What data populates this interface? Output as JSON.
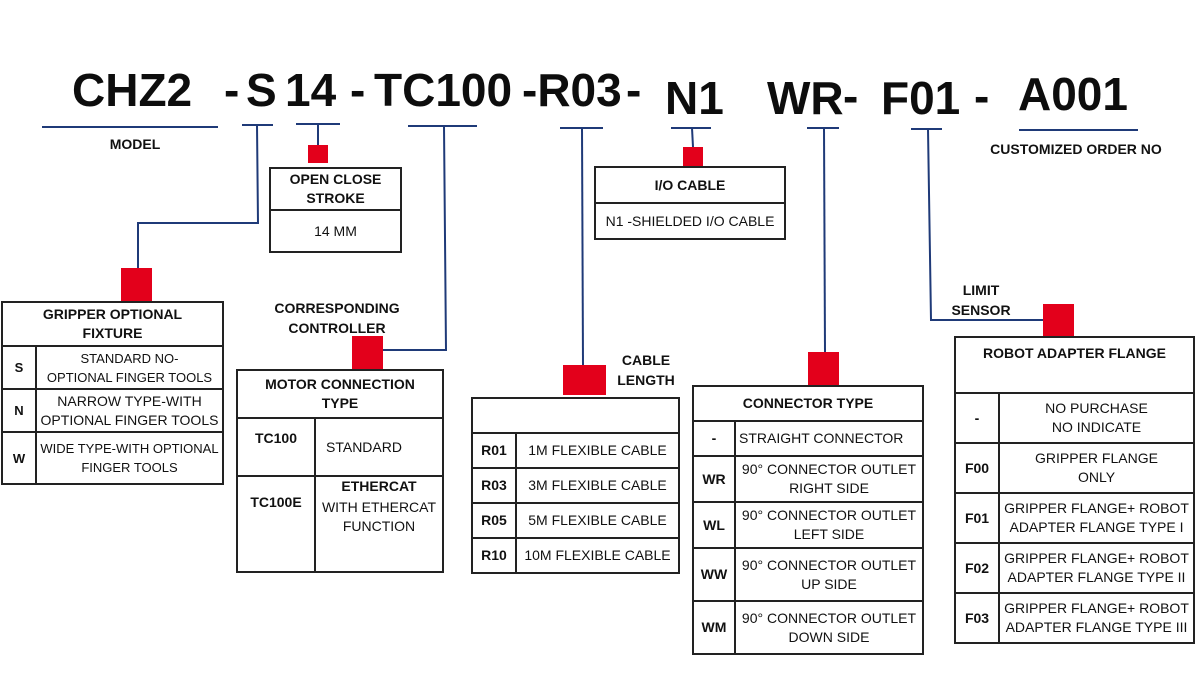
{
  "model_code": {
    "segments": [
      "CHZ2",
      "-",
      "S",
      "14",
      "-",
      "TC100",
      "-R03",
      "-",
      "N1",
      "WR",
      "-",
      "F01",
      "-",
      "A001"
    ]
  },
  "labels": {
    "model": "MODEL",
    "customized_order": "CUSTOMIZED ORDER NO",
    "corresponding_controller_1": "CORRESPONDING",
    "corresponding_controller_2": "CONTROLLER",
    "cable_length_1": "CABLE",
    "cable_length_2": "LENGTH",
    "limit_sensor_1": "LIMIT",
    "limit_sensor_2": "SENSOR"
  },
  "stroke": {
    "title_1": "OPEN CLOSE",
    "title_2": "STROKE",
    "value": "14 MM"
  },
  "io_cable": {
    "title": "I/O CABLE",
    "value": "N1 -SHIELDED I/O CABLE"
  },
  "fixture": {
    "title_1": "GRIPPER OPTIONAL",
    "title_2": "FIXTURE",
    "rows": [
      {
        "code": "S",
        "l1": "STANDARD NO-",
        "l2": "OPTIONAL FINGER TOOLS"
      },
      {
        "code": "N",
        "l1": "NARROW TYPE-WITH",
        "l2": "OPTIONAL FINGER TOOLS"
      },
      {
        "code": "W",
        "l1": "WIDE TYPE-WITH OPTIONAL",
        "l2": "FINGER TOOLS"
      }
    ]
  },
  "motor": {
    "title_1": "MOTOR CONNECTION",
    "title_2": "TYPE",
    "rows": [
      {
        "code": "TC100",
        "l1": "STANDARD",
        "l2": ""
      },
      {
        "code": "TC100E",
        "l1": "ETHERCAT",
        "l2": "WITH ETHERCAT",
        "l3": "FUNCTION"
      }
    ]
  },
  "cable": {
    "title": "",
    "rows": [
      {
        "code": "R01",
        "value": "1M FLEXIBLE CABLE"
      },
      {
        "code": "R03",
        "value": "3M FLEXIBLE CABLE"
      },
      {
        "code": "R05",
        "value": "5M FLEXIBLE CABLE"
      },
      {
        "code": "R10",
        "value": "10M FLEXIBLE CABLE"
      }
    ]
  },
  "connector": {
    "title": "CONNECTOR TYPE",
    "rows": [
      {
        "code": "-",
        "l1": "STRAIGHT CONNECTOR",
        "l2": ""
      },
      {
        "code": "WR",
        "l1": "90° CONNECTOR OUTLET",
        "l2": "RIGHT SIDE"
      },
      {
        "code": "WL",
        "l1": "90° CONNECTOR OUTLET",
        "l2": "LEFT SIDE"
      },
      {
        "code": "WW",
        "l1": "90° CONNECTOR OUTLET",
        "l2": "UP SIDE"
      },
      {
        "code": "WM",
        "l1": "90° CONNECTOR OUTLET",
        "l2": "DOWN SIDE"
      }
    ]
  },
  "flange": {
    "title": "ROBOT ADAPTER FLANGE",
    "rows": [
      {
        "code": "-",
        "l1": "NO PURCHASE",
        "l2": "NO INDICATE"
      },
      {
        "code": "F00",
        "l1": "GRIPPER FLANGE",
        "l2": "ONLY"
      },
      {
        "code": "F01",
        "l1": "GRIPPER FLANGE+ ROBOT",
        "l2": "ADAPTER FLANGE TYPE I"
      },
      {
        "code": "F02",
        "l1": "GRIPPER FLANGE+ ROBOT",
        "l2": "ADAPTER FLANGE TYPE II"
      },
      {
        "code": "F03",
        "l1": "GRIPPER FLANGE+ ROBOT",
        "l2": "ADAPTER FLANGE TYPE III"
      }
    ]
  },
  "colors": {
    "line": "#1f3a78",
    "marker": "#e3001b",
    "border": "#222222"
  }
}
